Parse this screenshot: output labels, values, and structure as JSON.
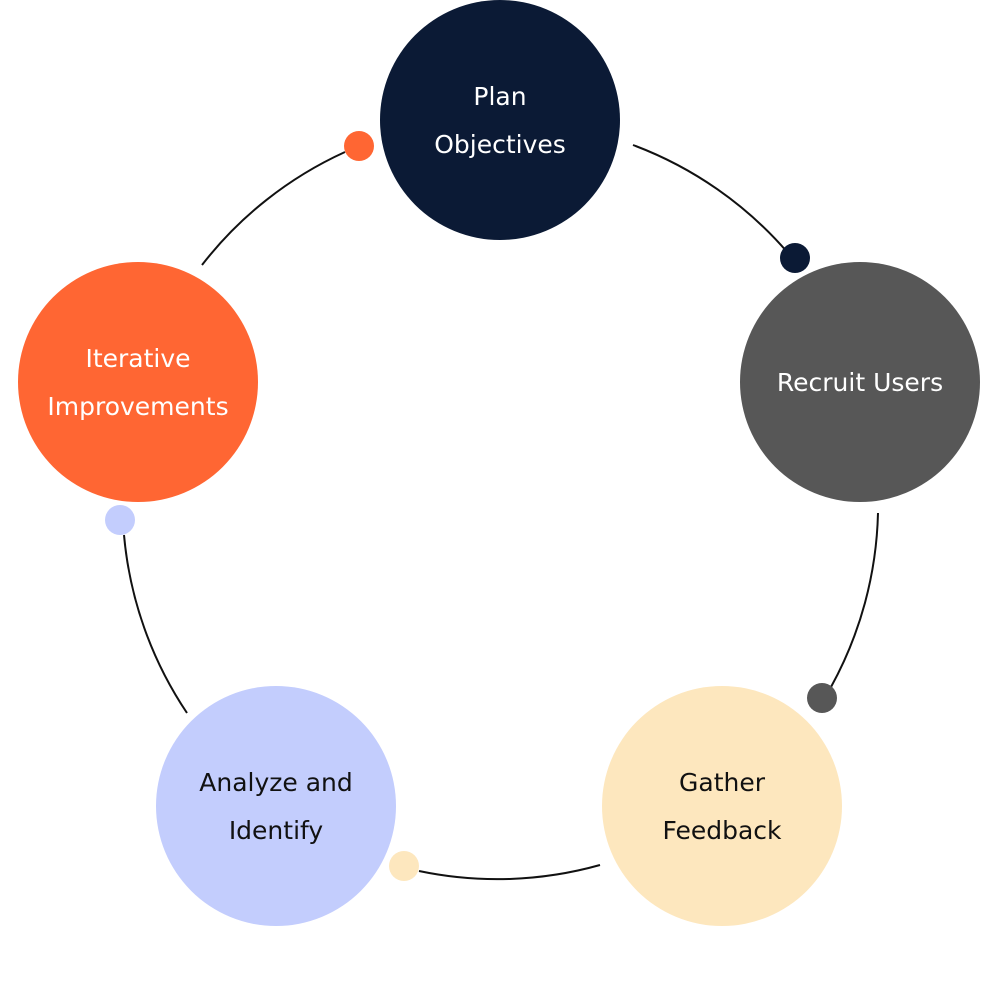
{
  "nodes": [
    {
      "id": "plan",
      "lines": [
        "Plan",
        "Objectives"
      ],
      "fill": "#0B1A35",
      "text_color": "#FFFFFF"
    },
    {
      "id": "recruit",
      "lines": [
        "Recruit Users"
      ],
      "fill": "#575757",
      "text_color": "#FFFFFF"
    },
    {
      "id": "gather",
      "lines": [
        "Gather",
        "Feedback"
      ],
      "fill": "#FDE7BE",
      "text_color": "#111111"
    },
    {
      "id": "analyze",
      "lines": [
        "Analyze and",
        "Identify"
      ],
      "fill": "#C3CDFD",
      "text_color": "#111111"
    },
    {
      "id": "iterate",
      "lines": [
        "Iterative",
        "Improvements"
      ],
      "fill": "#FF6633",
      "text_color": "#FFFFFF"
    }
  ]
}
